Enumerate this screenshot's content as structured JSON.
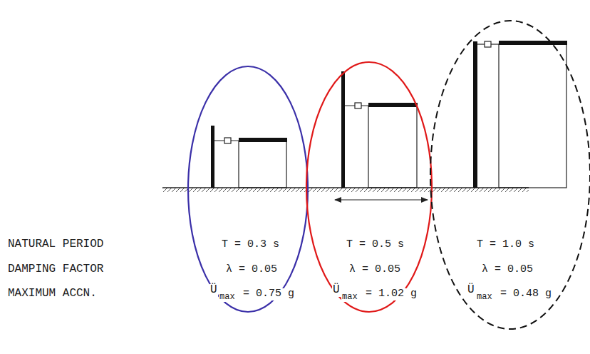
{
  "diagram": {
    "labels": [
      "NATURAL PERIOD",
      "DAMPING FACTOR",
      "MAXIMUM ACCN.",
      "T = 0.3 s",
      "λ = 0.05",
      "Ü",
      "max",
      "= 0.75 g",
      "T = 0.5 s",
      "λ = 0.05",
      "Ü",
      "max",
      "= 1.02 g",
      "T = 1.0 s",
      "λ = 0.05",
      "Ü",
      "max",
      "= 0.48 g"
    ]
  }
}
